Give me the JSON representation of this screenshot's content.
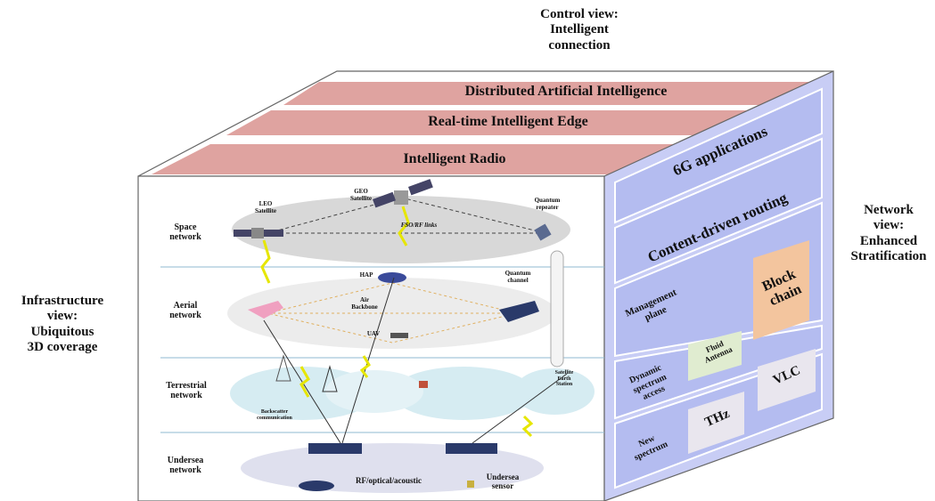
{
  "views": {
    "control": [
      "Control view:",
      "Intelligent",
      "connection"
    ],
    "network": [
      "Network",
      "view:",
      "Enhanced",
      "Stratification"
    ],
    "infrastructure": [
      "Infrastructure",
      "view:",
      "Ubiquitous",
      "3D coverage"
    ]
  },
  "top_bands": [
    "Distributed Artificial Intelligence",
    "Real-time Intelligent Edge",
    "Intelligent Radio"
  ],
  "right_face": {
    "apps": "6G applications",
    "routing": "Content-driven routing",
    "management": [
      "Management",
      "plane"
    ],
    "blockchain": [
      "Block",
      "chain"
    ],
    "fluid": [
      "Fluid",
      "Antenna"
    ],
    "dsa": [
      "Dynamic",
      "spectrum",
      "access"
    ],
    "thz": "THz",
    "vlc": "VLC",
    "new_spectrum": [
      "New",
      "spectrum"
    ]
  },
  "layers": {
    "space": [
      "Space",
      "network"
    ],
    "aerial": [
      "Aerial",
      "network"
    ],
    "terrestrial": [
      "Terrestrial",
      "network"
    ],
    "undersea": [
      "Undersea",
      "network"
    ]
  },
  "front_labels": {
    "leo": [
      "LEO",
      "Satellite"
    ],
    "geo": [
      "GEO",
      "Satellite"
    ],
    "fso": "FSO/RF links",
    "quantum_repeater": [
      "Quantum",
      "repeater"
    ],
    "hap": "HAP",
    "quantum_channel": [
      "Quantum",
      "channel"
    ],
    "air_backbone": [
      "Air",
      "Backbone"
    ],
    "uav": "UAV",
    "backscatter": [
      "Backscatter",
      "communication"
    ],
    "satellite_earth_station": [
      "Satellite",
      "Earth",
      "Station"
    ],
    "rf_optical": "RF/optical/acoustic",
    "undersea_sensor": [
      "Undersea",
      "sensor"
    ]
  },
  "colors": {
    "band_fill": "#dfa3a0",
    "right_face": "#c8cdf5",
    "right_panel": "#b4bcf0",
    "blockchain": "#f3c59e",
    "fluid": "#e0ecd0",
    "cell": "#e9e6ee"
  }
}
